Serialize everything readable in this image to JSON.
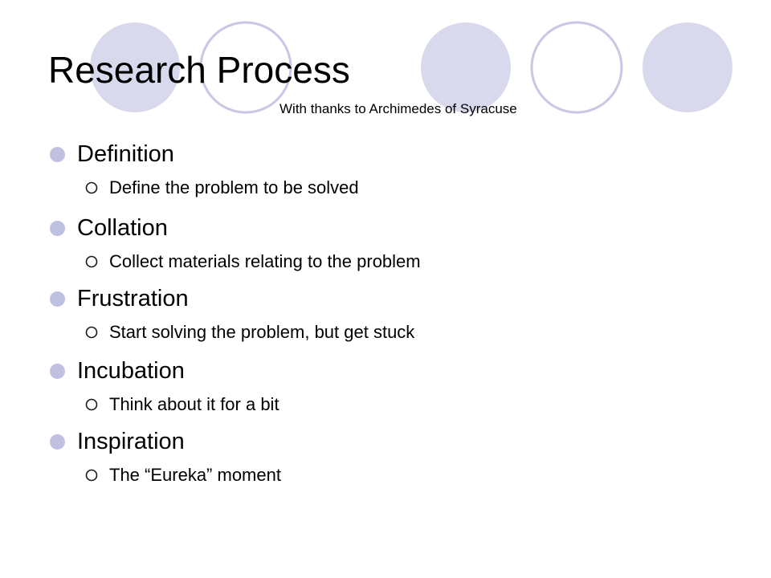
{
  "slide": {
    "title": "Research Process",
    "subtitle": "With thanks to Archimedes of Syracuse"
  },
  "colors": {
    "circle_fill": "#d9d9ee",
    "circle_outline": "#c8c8e4",
    "bullet_disc": "#c0c0e0",
    "ring_stroke": "#1a1a1a"
  },
  "icons": {
    "main_bullet": "filled-disc-bullet-icon",
    "sub_bullet": "hollow-ring-bullet-icon"
  },
  "bullets": [
    {
      "label": "Definition",
      "sub": "Define the problem to be solved"
    },
    {
      "label": "Collation",
      "sub": "Collect materials relating to the problem"
    },
    {
      "label": "Frustration",
      "sub": "Start solving the problem, but get stuck"
    },
    {
      "label": "Incubation",
      "sub": "Think about it for a bit"
    },
    {
      "label": "Inspiration",
      "sub": "The “Eureka” moment"
    }
  ]
}
